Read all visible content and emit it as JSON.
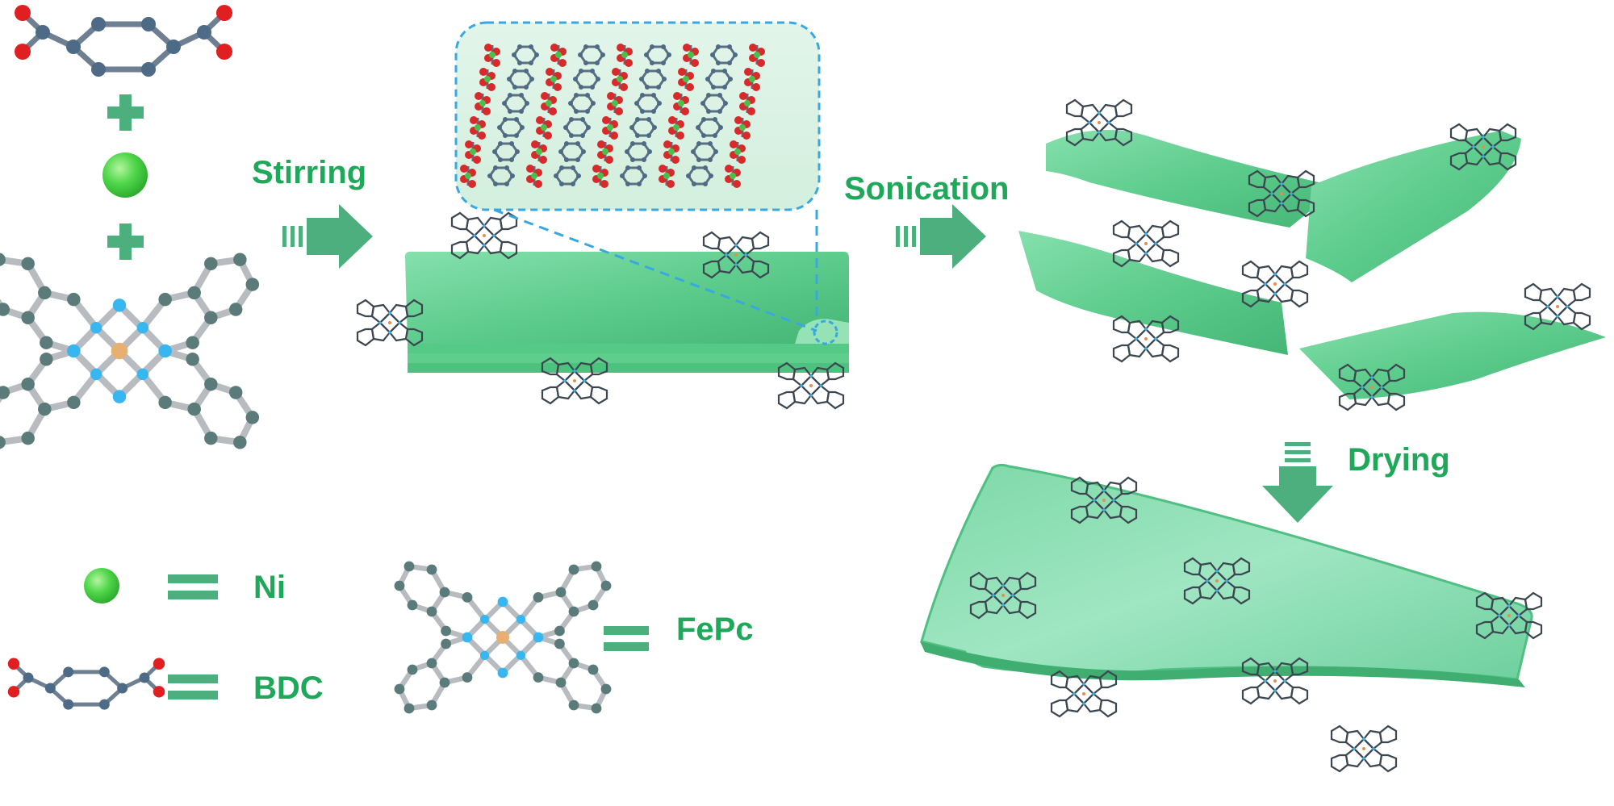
{
  "steps": {
    "stirring": "Stirring",
    "sonication": "Sonication",
    "drying": "Drying"
  },
  "legend": {
    "ni": "Ni",
    "bdc": "BDC",
    "fepc": "FePc"
  },
  "colors": {
    "label": "#1fa85a",
    "arrow": "#4caf7d",
    "sheet": "#5fd08f",
    "sheet_dark": "#3fae70",
    "ni": "#4fd64a",
    "bdc_carbon": "#4d6b86",
    "oxygen": "#e02020",
    "pc_carbon": "#5b7a7a",
    "pc_nitrogen": "#38b6f0",
    "fe": "#e8b070",
    "bond": "#b8bcc0",
    "inset_border": "#3aa8e0"
  },
  "icons": [
    "bdc-molecule-icon",
    "ni-atom-icon",
    "fepc-molecule-icon",
    "plus-icon",
    "equals-icon",
    "arrow-right-icon",
    "arrow-down-icon"
  ]
}
